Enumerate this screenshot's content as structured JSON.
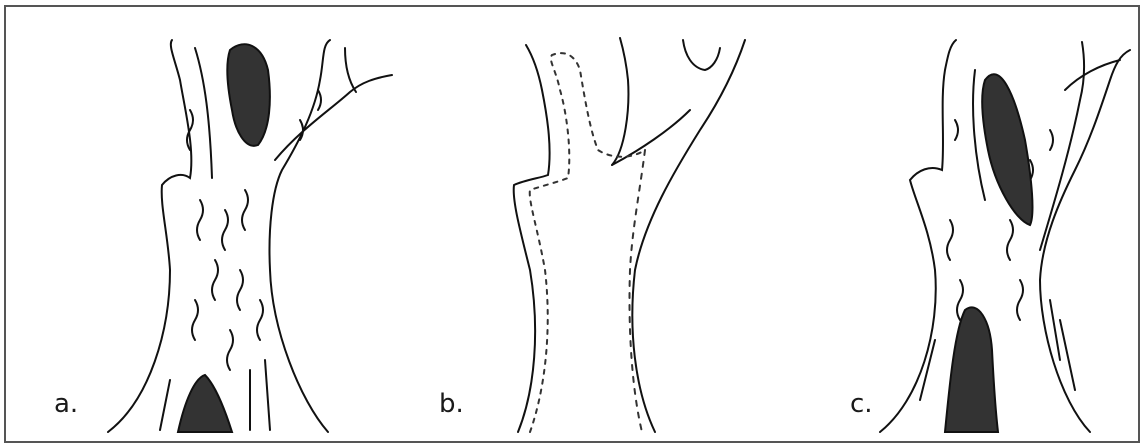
{
  "figure": {
    "labels": {
      "a": "a.",
      "b": "b.",
      "c": "c."
    }
  }
}
